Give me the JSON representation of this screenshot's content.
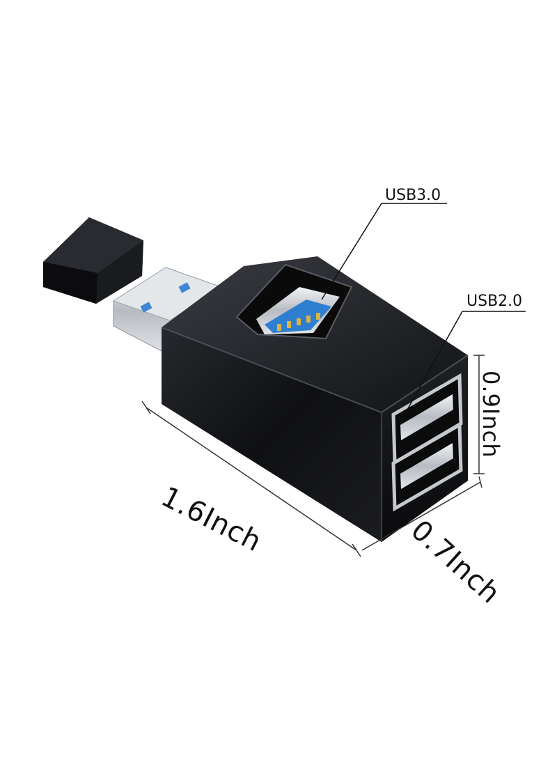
{
  "labels": {
    "usb3": "USB3.0",
    "usb2": "USB2.0",
    "length": "1.6Inch",
    "width": "0.7Inch",
    "height": "0.9Inch"
  },
  "colors": {
    "hub_body": "#151619",
    "usb3_port_accent": "#2f7fd1",
    "metal_connector": "#c9cdd2",
    "cap": "#0d0d0f"
  }
}
